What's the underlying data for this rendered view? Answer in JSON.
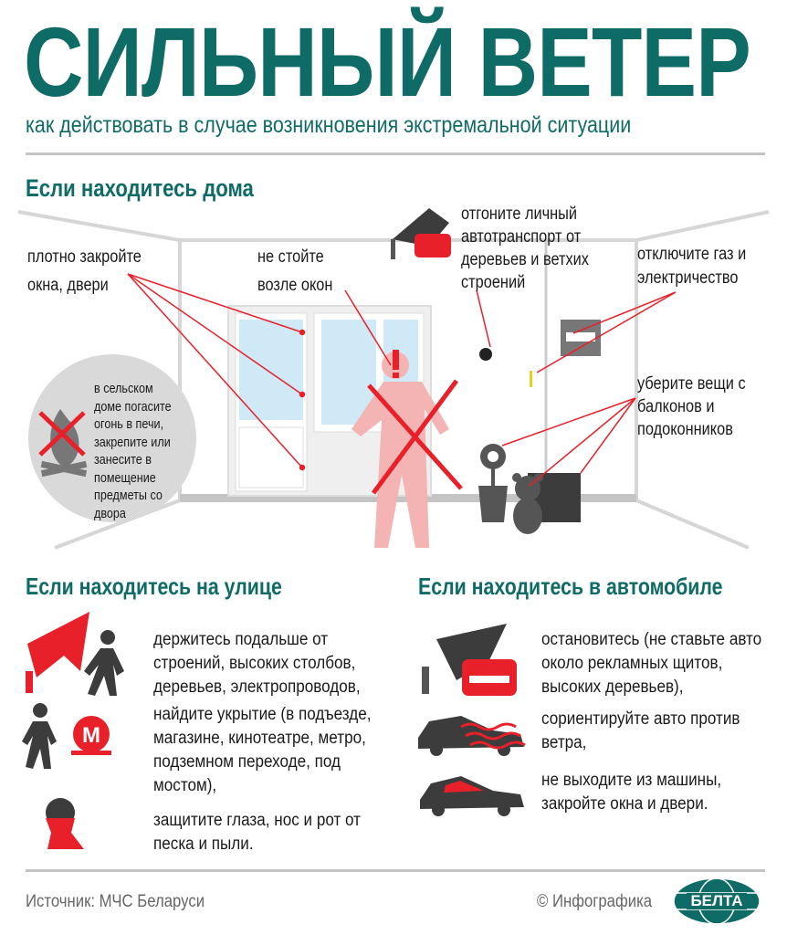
{
  "header": {
    "title": "СИЛЬНЫЙ ВЕТЕР",
    "subtitle": "как действовать в случае возникновения экстремальной ситуации"
  },
  "home": {
    "heading": "Если находитесь дома",
    "notes": {
      "close_windows": [
        "плотно закройте",
        "окна, двери"
      ],
      "not_near_windows": [
        "не стойте",
        "возле окон"
      ],
      "move_car": [
        "отгоните личный",
        "автотранспорт от",
        "деревьев и ветхих",
        "строений"
      ],
      "gas_power": [
        "отключите газ и",
        "электричество"
      ],
      "balcony": [
        "уберите вещи с",
        "балконов и",
        "подоконников"
      ],
      "village": [
        "в сельском",
        "доме погасите",
        "огонь в печи,",
        "закрепите или",
        "занесите в",
        "помещение",
        "предметы со",
        "двора"
      ]
    }
  },
  "street": {
    "heading": "Если находитесь на улице",
    "items": [
      {
        "icon": "falling-tree-person-icon",
        "lines": [
          "держитесь подальше от",
          "строений, высоких столбов,",
          "деревьев, электропроводов,"
        ]
      },
      {
        "icon": "metro-shelter-icon",
        "lines": [
          "найдите укрытие (в подъезде,",
          "магазине, кинотеатре, метро,",
          "подземном переходе, под",
          "мостом),"
        ]
      },
      {
        "icon": "face-covered-icon",
        "lines": [
          "защитите глаза, нос и рот от",
          "песка и пыли."
        ]
      }
    ],
    "metro_letter": "М"
  },
  "car": {
    "heading": "Если находитесь в автомобиле",
    "items": [
      {
        "icon": "tree-on-car-icon",
        "lines": [
          "остановитесь (не ставьте авто",
          "около рекламных щитов,",
          "высоких деревьев),"
        ]
      },
      {
        "icon": "car-against-wind-icon",
        "lines": [
          "сориентируйте авто против",
          "ветра,"
        ]
      },
      {
        "icon": "closed-car-icon",
        "lines": [
          "не выходите из машины,",
          "закройте окна и двери."
        ]
      }
    ]
  },
  "footer": {
    "source": "Источник: МЧС Беларуси",
    "credit": "© Инфографика",
    "logo_text": "БЕЛТА"
  },
  "colors": {
    "teal": "#0e6b66",
    "red": "#e8202a",
    "pink": "#f4b4b4",
    "dark": "#3c3c3c",
    "gray": "#d9d9d9"
  }
}
